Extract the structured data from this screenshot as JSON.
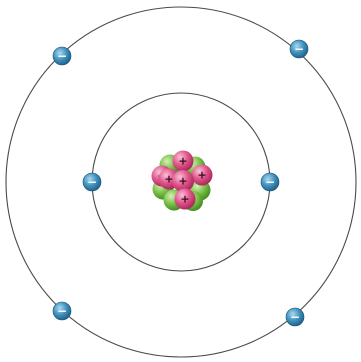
{
  "diagram": {
    "subject": "atom-model",
    "orbits": [
      {
        "shell": 1,
        "electron_count": 2
      },
      {
        "shell": 2,
        "electron_count": 4
      }
    ],
    "particles": {
      "electron": {
        "symbol": "−",
        "color": "#2f7fa8",
        "highlight": "#9fd3ee"
      },
      "proton": {
        "symbol": "+",
        "color": "#d9407a",
        "highlight": "#f7b3cd"
      },
      "neutron": {
        "symbol": "",
        "color": "#6fb83c",
        "highlight": "#cdeaa8"
      }
    },
    "nucleus": {
      "proton_count": 6,
      "neutron_count": 6
    },
    "line_color": "#4a4a4a",
    "background": "#ffffff"
  }
}
